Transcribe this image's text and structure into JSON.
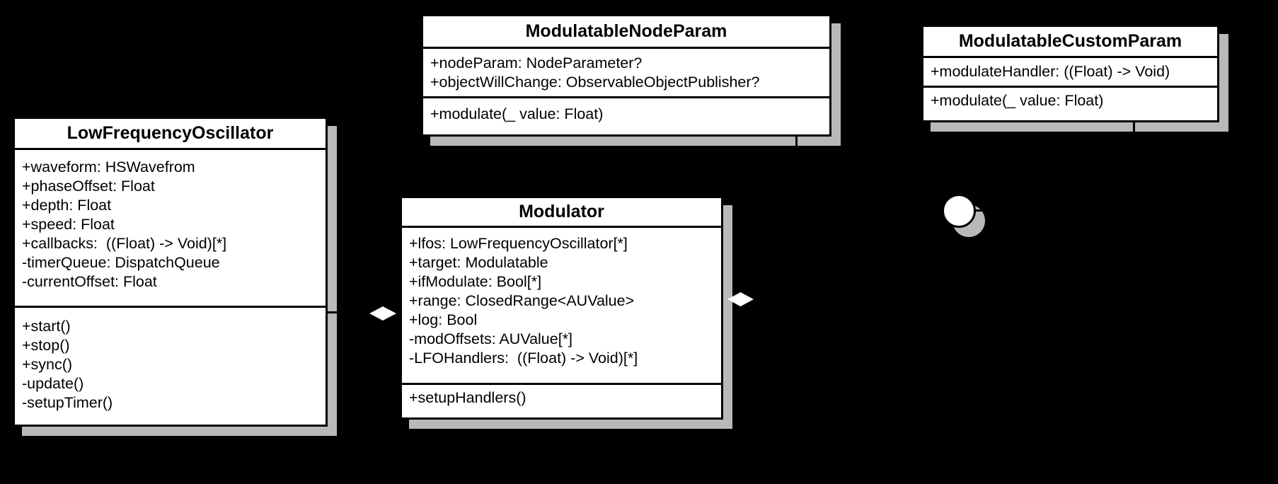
{
  "colors": {
    "background": "#000000",
    "box_fill": "#ffffff",
    "border": "#000000",
    "shadow": "#b9b9b9"
  },
  "shapes": {
    "aggregation_diamond": "white-diamond",
    "interface_ball": "white-circle"
  },
  "classes": [
    {
      "name": "LowFrequencyOscillator",
      "attributes": [
        "+waveform: HSWavefrom",
        "+phaseOffset: Float",
        "+depth: Float",
        "+speed: Float",
        "+callbacks:  ((Float) -> Void)[*]",
        "-timerQueue: DispatchQueue",
        "-currentOffset: Float"
      ],
      "methods": [
        "+start()",
        "+stop()",
        "+sync()",
        "-update()",
        "-setupTimer()"
      ]
    },
    {
      "name": "ModulatableNodeParam",
      "attributes": [
        "+nodeParam: NodeParameter?",
        "+objectWillChange: ObservableObjectPublisher?"
      ],
      "methods": [
        "+modulate(_ value: Float)"
      ]
    },
    {
      "name": "ModulatableCustomParam",
      "attributes": [
        "+modulateHandler: ((Float) -> Void)"
      ],
      "methods": [
        "+modulate(_ value: Float)"
      ]
    },
    {
      "name": "Modulator",
      "attributes": [
        "+lfos: LowFrequencyOscillator[*]",
        "+target: Modulatable",
        "+ifModulate: Bool[*]",
        "+range: ClosedRange<AUValue>",
        "+log: Bool",
        "-modOffsets: AUValue[*]",
        "-LFOHandlers:  ((Float) -> Void)[*]"
      ],
      "methods": [
        "+setupHandlers()"
      ]
    }
  ]
}
